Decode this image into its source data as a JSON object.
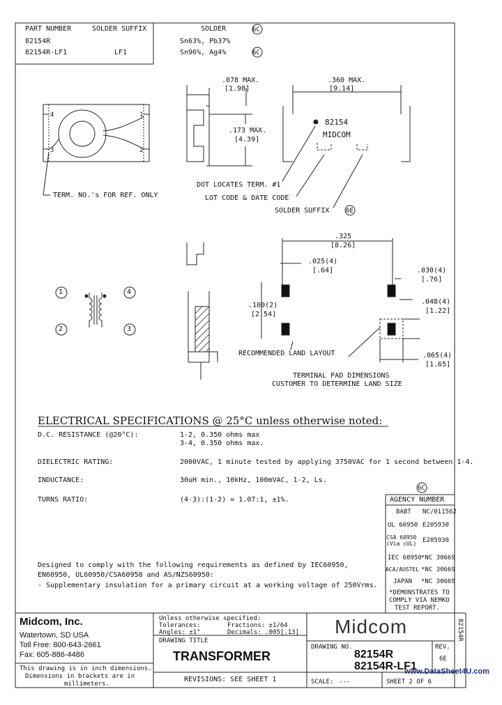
{
  "solder_table": {
    "headers": [
      "PART NUMBER",
      "SOLDER SUFFIX",
      "SOLDER"
    ],
    "rev_header": "6C",
    "rows": [
      {
        "part": "82154R",
        "suffix": "",
        "solder": "Sn63%, Pb37%"
      },
      {
        "part": "82154R-LF1",
        "suffix": "LF1",
        "solder": "Sn96%, Ag4%",
        "rev": "6C"
      }
    ]
  },
  "dimensions": {
    "width_max": ".078 MAX.",
    "width_mm": "[1.98]",
    "height_max": ".173 MAX.",
    "height_mm": "[4.39]",
    "length_max": ".360 MAX.",
    "length_mm": "[9.14]",
    "marking_line1": "82154",
    "marking_line2": "MIDCOM",
    "pin_labels": [
      "4",
      "1",
      "3",
      "2"
    ]
  },
  "callouts": {
    "term_ref": "TERM. NO.'s FOR REF. ONLY",
    "dot_locates": "DOT LOCATES TERM. #1",
    "lot_code": "LOT CODE & DATE CODE",
    "solder_suffix": "SOLDER SUFFIX",
    "solder_suffix_rev": "6E"
  },
  "land": {
    "pitch": ".325",
    "pitch_mm": "[8.26]",
    "pad_width": ".025(4)",
    "pad_width_mm": "[.64]",
    "pad_gap": ".100(2)",
    "pad_gap_mm": "[2.54]",
    "term_w": ".030(4)",
    "term_w_mm": "[.76]",
    "term_h": ".048(4)",
    "term_h_mm": "[1.22]",
    "term_l": ".065(4)",
    "term_l_mm": "[1.65]",
    "recommended": "RECOMMENDED LAND LAYOUT",
    "terminal_note_1": "TERMINAL PAD DIMENSIONS",
    "terminal_note_2": "CUSTOMER TO DETERMINE LAND SIZE"
  },
  "schematic": {
    "pins": [
      "1",
      "4",
      "2",
      "3"
    ]
  },
  "specs": {
    "title": "ELECTRICAL SPECIFICATIONS @ 25°C unless otherwise noted:",
    "rows": [
      {
        "label": "D.C. RESISTANCE (@20°C):",
        "value": "1-2, 0.350 ohms max",
        "value2": "3-4, 0.350 ohms max."
      },
      {
        "label": "DIELECTRIC RATING:",
        "value": "2000VAC, 1 minute tested by applying 3750VAC for 1 second between 1-4.",
        "value2": ""
      },
      {
        "label": "INDUCTANCE:",
        "value": "30uH min., 10kHz, 100mVAC, 1-2, Ls.",
        "value2": ""
      },
      {
        "label": "TURNS RATIO:",
        "value": "(4-3):(1-2) = 1.07:1, ±1%.",
        "value2": ""
      }
    ]
  },
  "agency": {
    "rev": "6C",
    "header": "AGENCY NUMBER",
    "rows": [
      {
        "agency": "BABT",
        "number": "NC/011562"
      },
      {
        "agency": "UL 60950",
        "number": "E205930"
      },
      {
        "agency": "CSA 60950 (Via cUL)",
        "number": "E205930"
      },
      {
        "agency": "IEC 60950",
        "number": "*NC 30669"
      },
      {
        "agency": "ACA/AUSTEL",
        "number": "*NC 30669"
      },
      {
        "agency": "JAPAN",
        "number": "*NC 30669"
      }
    ],
    "note_1": "*DEMONSTRATES TO",
    "note_2": "COMPLY VIA NEMKO",
    "note_3": "TEST REPORT."
  },
  "compliance": {
    "line1": "Designed to comply with the following requirements as defined by IEC60950,",
    "line2": "EN60950, UL60950/CSA60950 and AS/NZS60950:",
    "line3": "- Supplementary insulation for a primary circuit at a working voltage of 250Vrms."
  },
  "title_block": {
    "company": "Midcom, Inc.",
    "city": "Watertown, SD  USA",
    "toll_free": "Toll Free: 800-643-2661",
    "fax": "Fax: 605-886-4486",
    "note_1": "This drawing is in inch dimensions.",
    "note_2": "Dimensions in brackets are in",
    "note_3": "millimeters.",
    "unless": "Unless otherwise specified:",
    "tolerances": "Tolerances:",
    "fractions": "Fractions: ±1/64",
    "angles": "Angles: ±1°",
    "decimals": "Decimals: .005[.13]",
    "drawing_title_label": "DRAWING TITLE",
    "drawing_title": "TRANSFORMER",
    "revisions": "REVISIONS: SEE SHEET 1",
    "logo": "Midcom",
    "drawing_no_label": "DRAWING NO.",
    "drawing_no_1": "82154R",
    "drawing_no_2": "82154R-LF1",
    "rev_label": "REV.",
    "rev_value": "6E",
    "scale_label": "SCALE:",
    "scale_value": "---",
    "sheet": "SHEET 2 OF 6",
    "side_label": "82154R",
    "watermark": "www.DataSheet4U.com"
  }
}
